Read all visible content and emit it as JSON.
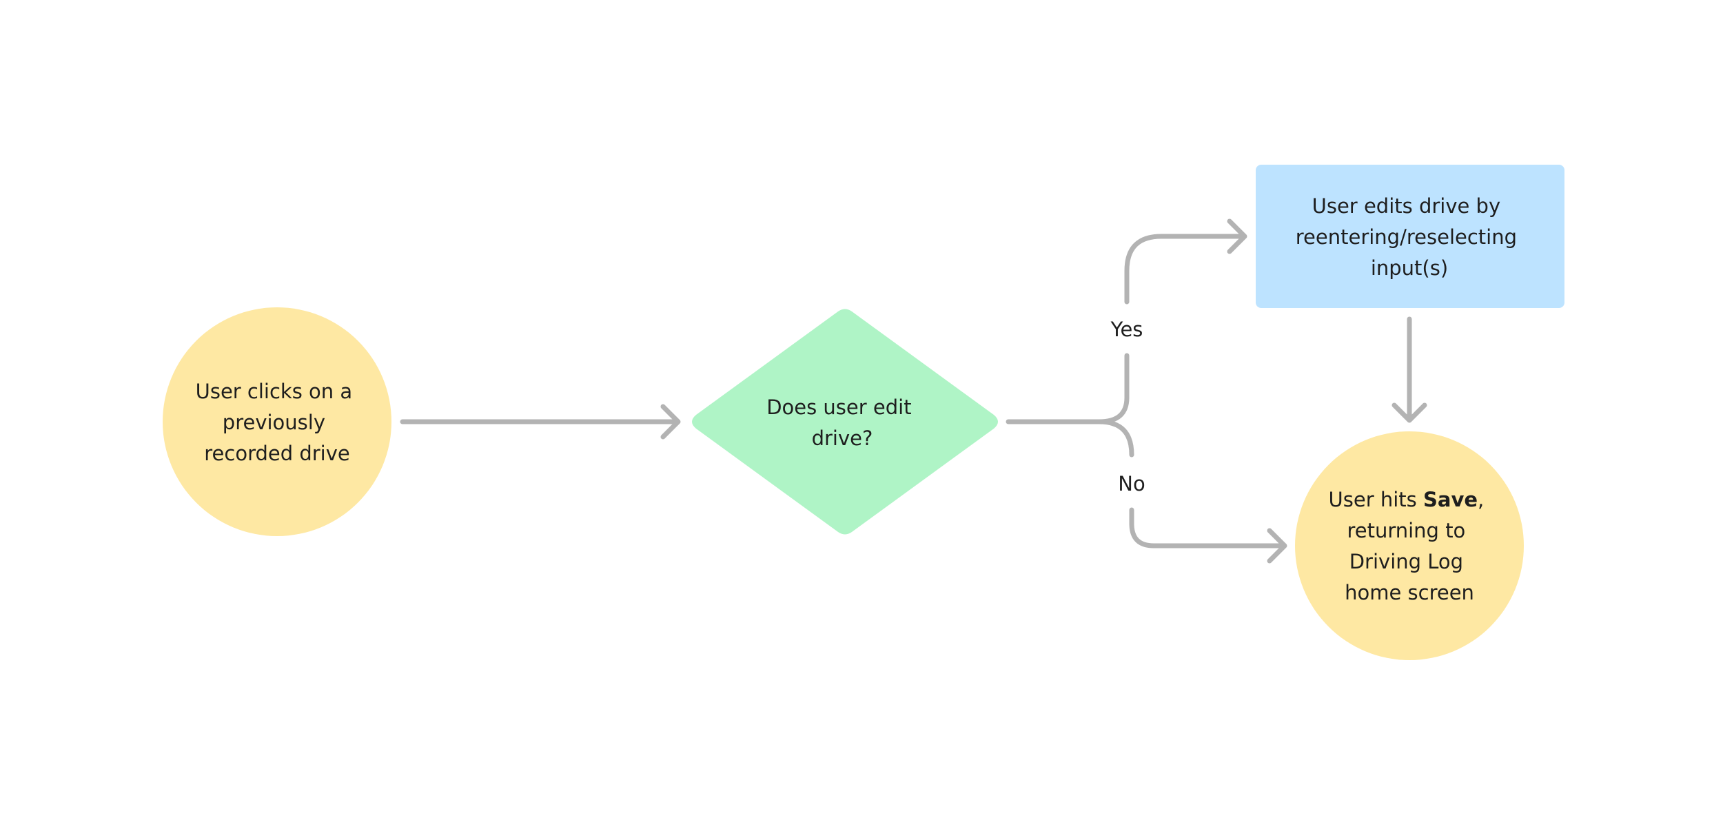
{
  "colors": {
    "terminal_fill": "#fee8a3",
    "decision_fill": "#aff4c6",
    "process_fill": "#bde3ff",
    "connector": "#b3b3b3",
    "text": "#1e1e1e"
  },
  "nodes": {
    "start": {
      "lines": [
        "User clicks on a",
        "previously",
        "recorded drive"
      ]
    },
    "decision": {
      "lines": [
        "Does user edit",
        "drive?"
      ]
    },
    "edit": {
      "lines": [
        "User edits drive by",
        "reentering/reselecting",
        "input(s)"
      ]
    },
    "end": {
      "line1_prefix": "User hits ",
      "line1_bold": "Save",
      "line1_suffix": ",",
      "lines": [
        "returning to",
        "Driving Log",
        "home screen"
      ]
    }
  },
  "edges": {
    "yes_label": "Yes",
    "no_label": "No"
  }
}
